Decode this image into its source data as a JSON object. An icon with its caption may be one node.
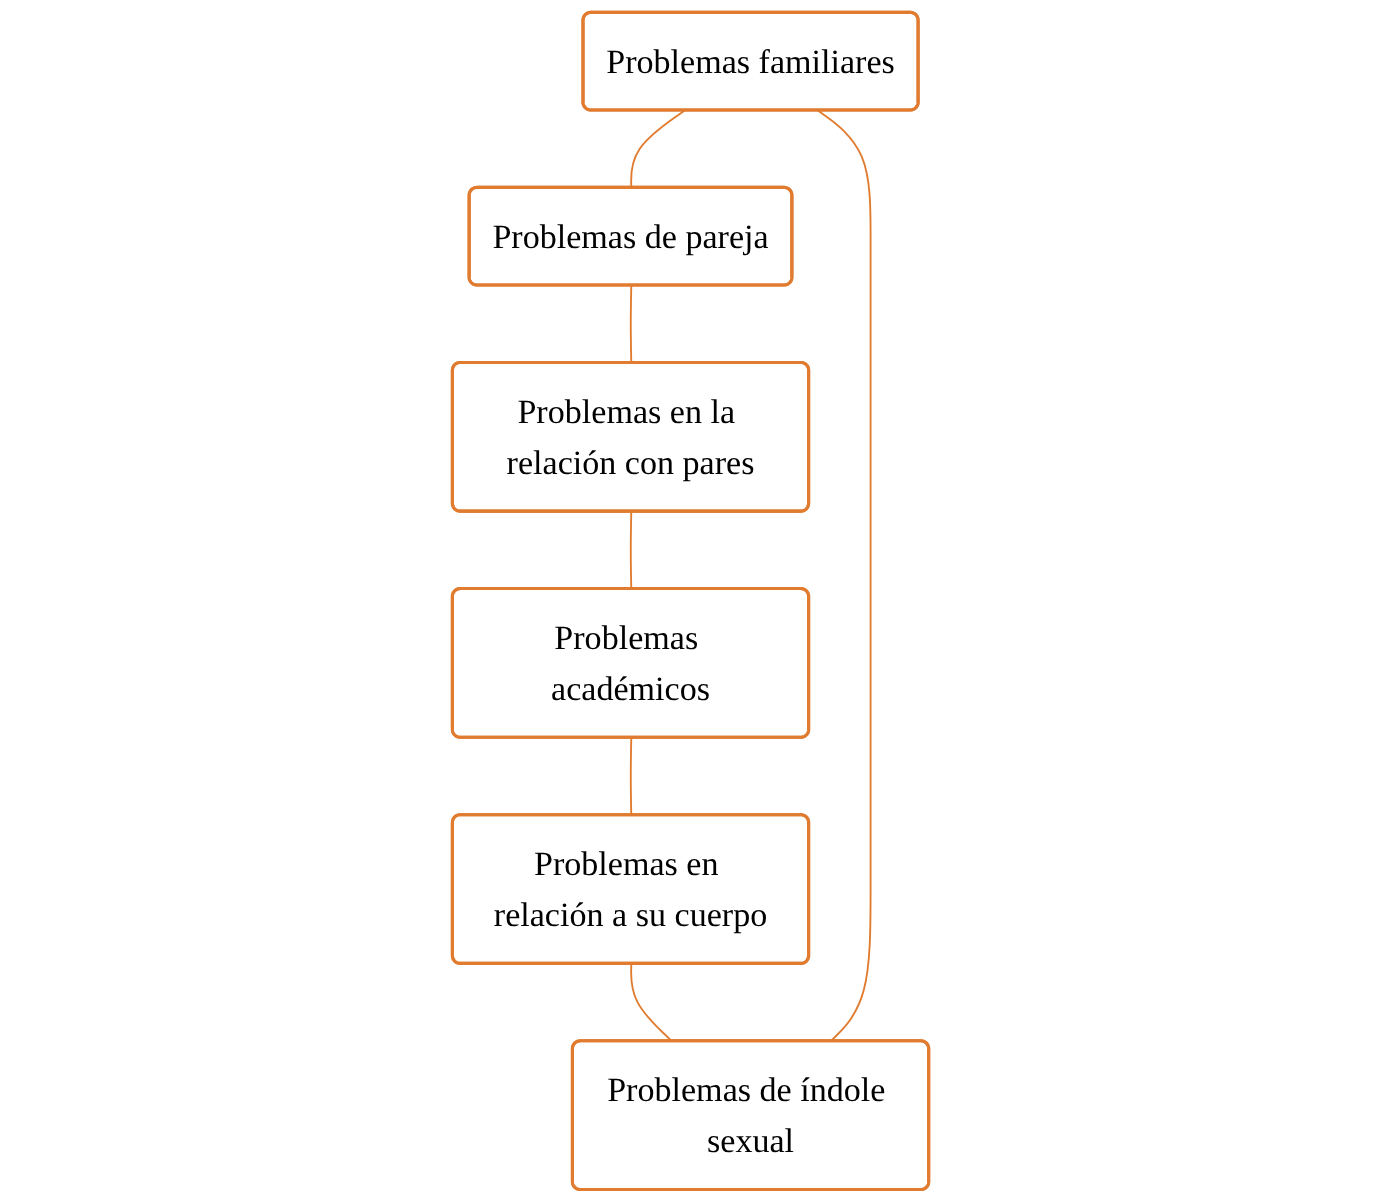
{
  "diagram": {
    "nodes": [
      {
        "text": [
          "Problemas familiares"
        ]
      },
      {
        "text": [
          "Problemas de índole sexual"
        ]
      },
      {
        "text": [
          "Problemas de pareja"
        ]
      },
      {
        "text": [
          "Problemas en relación a su cuerpo"
        ]
      },
      {
        "text": [
          "Problemas en la relación con pares"
        ]
      },
      {
        "text": [
          "Problemas académicos"
        ]
      }
    ],
    "edges": [
      {
        "from": 0,
        "to": 2,
        "arrow": "none"
      },
      {
        "from": 2,
        "to": 4,
        "arrow": "none"
      },
      {
        "from": 4,
        "to": 5,
        "arrow": "none"
      },
      {
        "from": 5,
        "to": 3,
        "arrow": "none"
      },
      {
        "from": 3,
        "to": 1,
        "arrow": "none"
      },
      {
        "from": 1,
        "to": 0,
        "arrow": "none"
      }
    ]
  }
}
